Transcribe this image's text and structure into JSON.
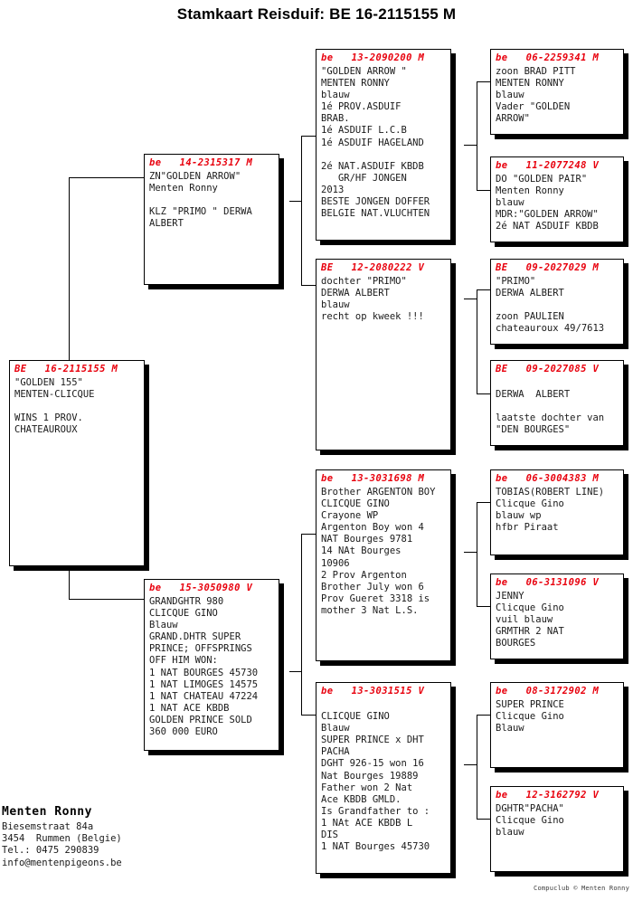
{
  "title": "Stamkaart Reisduif: BE  16-2115155 M",
  "colors": {
    "ring_text": "#e8000d",
    "card_border": "#000000",
    "shadow": "#000000",
    "body_text": "#1a1a1a"
  },
  "subject": {
    "ring": "BE   16-2115155 M",
    "text": "\"GOLDEN 155\"\nMENTEN-CLICQUE\n\nWINS 1 PROV.\nCHATEAUROUX"
  },
  "gen2": [
    {
      "ring": "be   14-2315317 M",
      "text": "ZN\"GOLDEN ARROW\"\nMenten Ronny\n\nKLZ \"PRIMO \" DERWA\nALBERT"
    },
    {
      "ring": "be   15-3050980 V",
      "text": "GRANDGHTR 980\nCLICQUE GINO\nBlauw\nGRAND.DHTR SUPER\nPRINCE; OFFSPRINGS\nOFF HIM WON:\n1 NAT BOURGES 45730\n1 NAT LIMOGES 14575\n1 NAT CHATEAU 47224\n1 NAT ACE KBDB\nGOLDEN PRINCE SOLD\n360 000 EURO"
    }
  ],
  "gen3": [
    {
      "ring": "be   13-2090200 M",
      "text": "\"GOLDEN ARROW \"\nMENTEN RONNY\nblauw\n1é PROV.ASDUIF\nBRAB.\n1é ASDUIF L.C.B\n1é ASDUIF HAGELAND\n\n2é NAT.ASDUIF KBDB\n   GR/HF JONGEN\n2013\nBESTE JONGEN DOFFER\nBELGIE NAT.VLUCHTEN"
    },
    {
      "ring": "BE   12-2080222 V",
      "text": "dochter \"PRIMO\"\nDERWA ALBERT\nblauw\nrecht op kweek !!!"
    },
    {
      "ring": "be   13-3031698 M",
      "text": "Brother ARGENTON BOY\nCLICQUE GINO\nCrayone WP\nArgenton Boy won 4\nNAT Bourges 9781\n14 NAt Bourges\n10906\n2 Prov Argenton\nBrother July won 6\nProv Gueret 3318 is\nmother 3 Nat L.S."
    },
    {
      "ring": "be   13-3031515 V",
      "text": "\nCLICQUE GINO\nBlauw\nSUPER PRINCE x DHT\nPACHA\nDGHT 926-15 won 16\nNat Bourges 19889\nFather won 2 Nat\nAce KBDB GMLD.\nIs Grandfather to :\n1 NAt ACE KBDB L\nDIS\n1 NAT Bourges 45730"
    }
  ],
  "gen4": [
    {
      "ring": "be   06-2259341 M",
      "text": "zoon BRAD PITT\nMENTEN RONNY\nblauw\nVader \"GOLDEN\nARROW\""
    },
    {
      "ring": "be   11-2077248 V",
      "text": "DO \"GOLDEN PAIR\"\nMenten Ronny\nblauw\nMDR:\"GOLDEN ARROW\"\n2é NAT ASDUIF KBDB"
    },
    {
      "ring": "BE   09-2027029 M",
      "text": "\"PRIMO\"\nDERWA ALBERT\n\nzoon PAULIEN\nchateauroux 49/7613"
    },
    {
      "ring": "BE   09-2027085 V",
      "text": "\nDERWA  ALBERT\n\nlaatste dochter van\n\"DEN BOURGES\""
    },
    {
      "ring": "be   06-3004383 M",
      "text": "TOBIAS(ROBERT LINE)\nClicque Gino\nblauw wp\nhfbr Piraat"
    },
    {
      "ring": "be   06-3131096 V",
      "text": "JENNY\nClicque Gino\nvuil blauw\nGRMTHR 2 NAT\nBOURGES"
    },
    {
      "ring": "be   08-3172902 M",
      "text": "SUPER PRINCE\nClicque Gino\nBlauw"
    },
    {
      "ring": "be   12-3162792 V",
      "text": "DGHTR\"PACHA\"\nClicque Gino\nblauw"
    }
  ],
  "footer": {
    "name": "Menten Ronny",
    "lines": [
      "Biesemstraat 84a",
      "3454  Rummen (Belgie)",
      "Tel.: 0475 290839",
      "info@mentenpigeons.be"
    ]
  },
  "credit": "Compuclub © Menten Ronny"
}
